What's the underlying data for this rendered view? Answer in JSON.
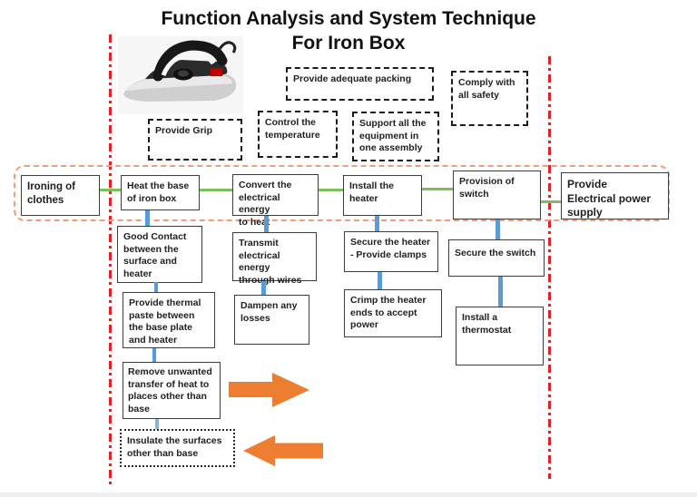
{
  "title": "Function Analysis and System Technique\nFor Iron Box",
  "boxes": {
    "provide_grip": "Provide Grip",
    "control_temperature": "Control the\ntemperature",
    "provide_adequate_packing": "Provide adequate packing",
    "support_equipment": "Support all the\nequipment in\none assembly",
    "comply_safety": "Comply with\nall safety",
    "ironing_clothes": "Ironing of\nclothes",
    "heat_base": "Heat the base\nof iron box",
    "convert_energy": "Convert the\nelectrical energy\nto heat",
    "install_heater": "Install the\nheater",
    "provision_switch": "Provision of\nswitch",
    "provide_power": "Provide\nElectrical power\nsupply",
    "good_contact": "Good Contact\nbetween the\nsurface and\nheater",
    "transmit_energy": "Transmit\nelectrical energy\nthrough wires",
    "secure_heater": "Secure the heater\n- Provide clamps",
    "secure_switch": "Secure the switch",
    "thermal_paste": "Provide thermal\npaste between\nthe base plate\nand heater",
    "dampen_losses": "Dampen any\nlosses",
    "crimp_heater": "Crimp the heater\nends to accept\npower",
    "install_thermostat": "Install a\nthermostat",
    "remove_heat": "Remove unwanted\ntransfer of heat to\nplaces other than\nbase",
    "insulate_surfaces": "Insulate the surfaces\nother than base"
  },
  "icons": {
    "iron_photo": "electric-iron-photo",
    "forward_arrow": "block-arrow-right",
    "backward_arrow": "block-arrow-left"
  },
  "colors": {
    "boundary_red": "#e02424",
    "scope_orange": "#f09d78",
    "connector_green": "#7cbf5e",
    "connector_blue": "#5b9bd5",
    "arrow_orange": "#ed7d31"
  }
}
